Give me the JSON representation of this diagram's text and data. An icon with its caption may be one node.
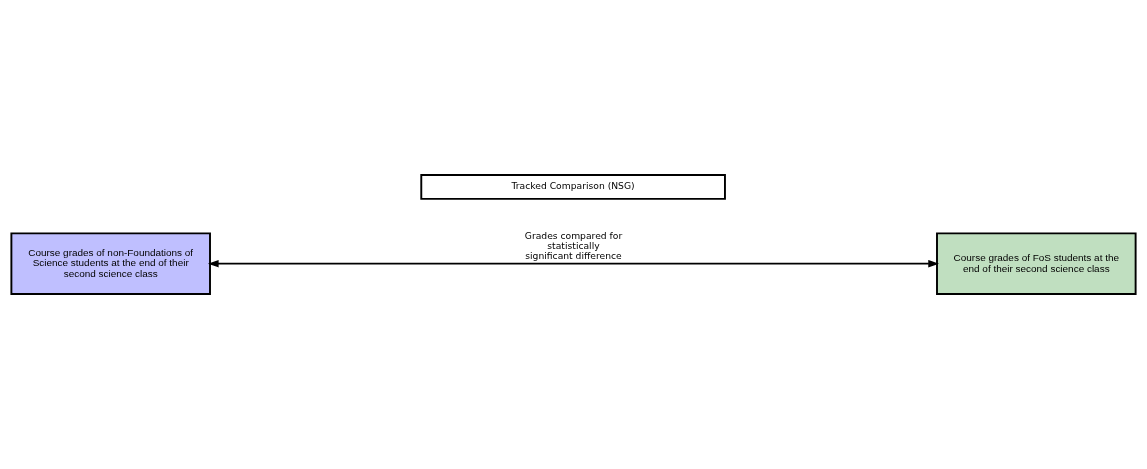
{
  "diagram": {
    "nodes": [
      {
        "text": [
          "Tracked Comparison (NSG)"
        ]
      },
      {
        "text": [
          "Course grades of non-Foundations of Science students at the end of their second science class"
        ]
      },
      {
        "text": [
          "Course grades of FoS students at the end of their second science class"
        ]
      }
    ],
    "edges": [
      {
        "from": 1,
        "to": 2,
        "arrow": "both",
        "label": "Grades compared for statistically significant difference"
      }
    ]
  }
}
